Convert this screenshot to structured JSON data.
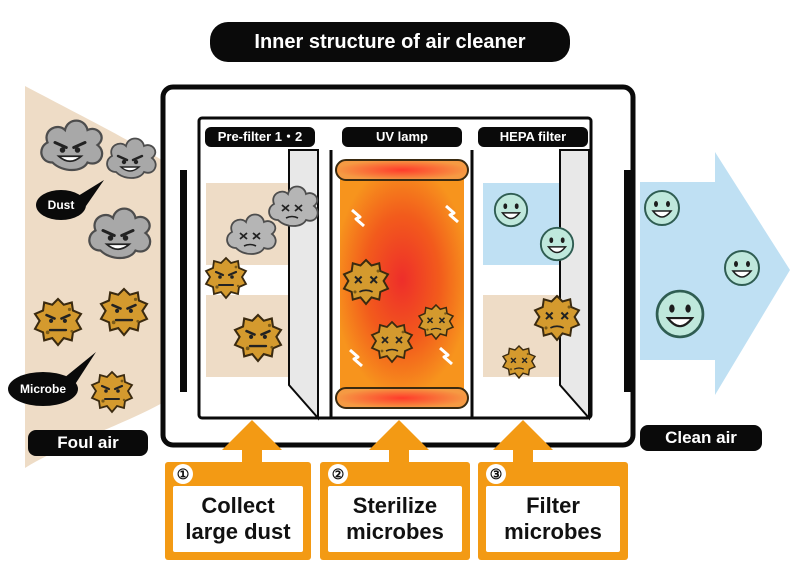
{
  "title": "Inner structure of air cleaner",
  "labels": {
    "foul_air": "Foul air",
    "clean_air": "Clean air",
    "dust": "Dust",
    "microbe": "Microbe"
  },
  "filters": [
    {
      "name": "Pre-filter 1・2"
    },
    {
      "name": "UV lamp"
    },
    {
      "name": "HEPA filter"
    }
  ],
  "steps": [
    {
      "number": "①",
      "line1": "Collect",
      "line2": "large dust"
    },
    {
      "number": "②",
      "line1": "Sterilize",
      "line2": "microbes"
    },
    {
      "number": "③",
      "line1": "Filter",
      "line2": "microbes"
    }
  ],
  "colors": {
    "foul_air": "#eedcc6",
    "clean_air": "#bfe0f3",
    "step_orange": "#f39a14",
    "uv_glow": "#f0481d",
    "uv_lamp": "#f49a3f",
    "dust_gray": "#a9a9a9",
    "microbe_brown": "#d49a2e",
    "clean_green": "#bfe8dc",
    "label_black": "#0a0a0a"
  },
  "icons": [
    "dust-cloud-icon",
    "microbe-icon",
    "dead-dust-icon",
    "dead-microbe-icon",
    "smiley-clean-air-icon",
    "spark-icon",
    "arrow-up-icon"
  ]
}
